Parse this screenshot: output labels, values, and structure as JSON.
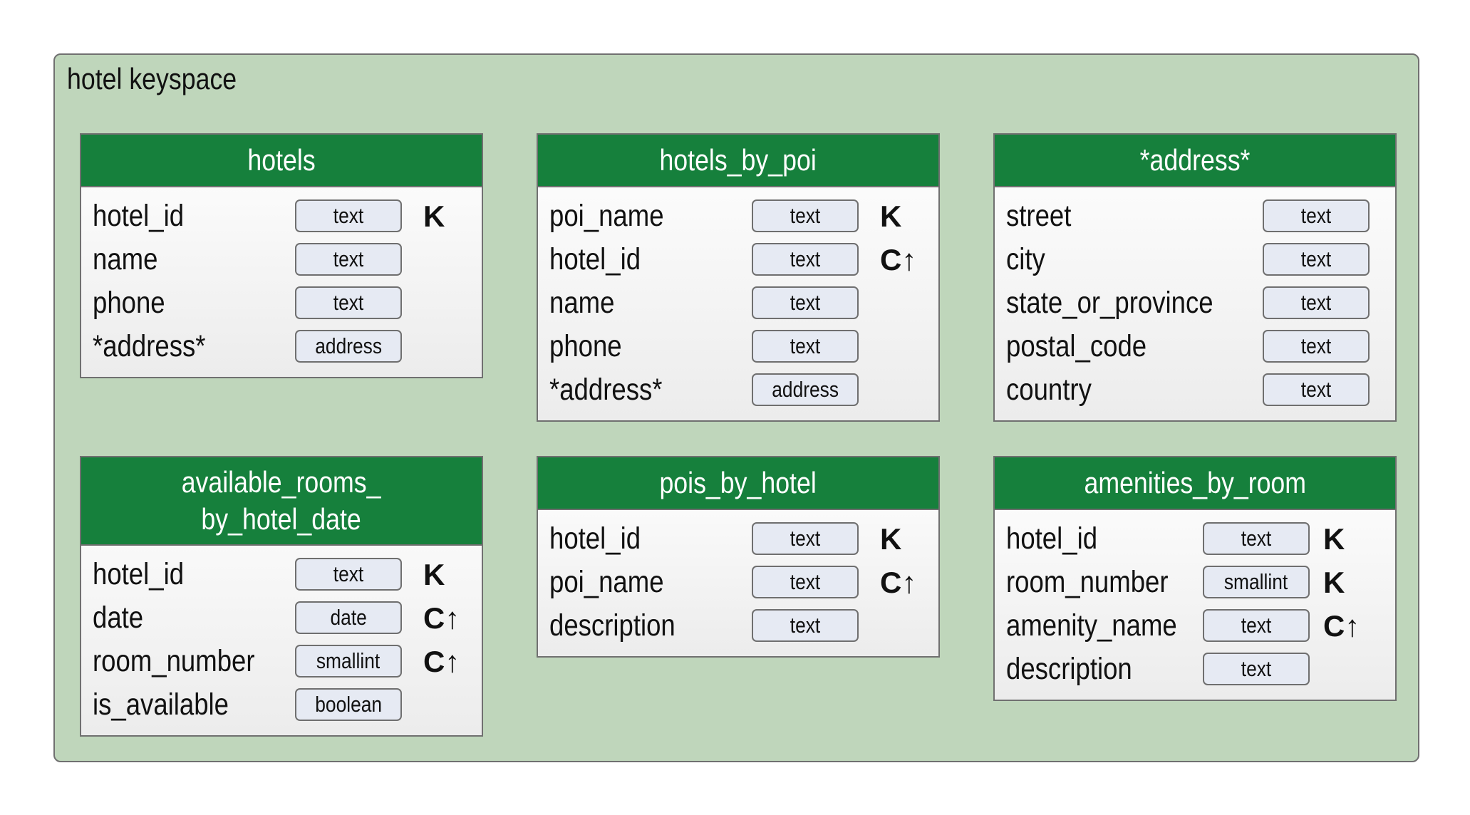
{
  "keyspace": {
    "title": "hotel keyspace"
  },
  "tables": [
    {
      "name": "hotels",
      "columns": [
        {
          "name": "hotel_id",
          "type": "text",
          "key": "K"
        },
        {
          "name": "name",
          "type": "text",
          "key": ""
        },
        {
          "name": "phone",
          "type": "text",
          "key": ""
        },
        {
          "name": "*address*",
          "type": "address",
          "key": ""
        }
      ]
    },
    {
      "name": "hotels_by_poi",
      "columns": [
        {
          "name": "poi_name",
          "type": "text",
          "key": "K"
        },
        {
          "name": "hotel_id",
          "type": "text",
          "key": "C↑"
        },
        {
          "name": "name",
          "type": "text",
          "key": ""
        },
        {
          "name": "phone",
          "type": "text",
          "key": ""
        },
        {
          "name": "*address*",
          "type": "address",
          "key": ""
        }
      ]
    },
    {
      "name": "*address*",
      "columns": [
        {
          "name": "street",
          "type": "text",
          "key": ""
        },
        {
          "name": "city",
          "type": "text",
          "key": ""
        },
        {
          "name": "state_or_province",
          "type": "text",
          "key": ""
        },
        {
          "name": "postal_code",
          "type": "text",
          "key": ""
        },
        {
          "name": "country",
          "type": "text",
          "key": ""
        }
      ]
    },
    {
      "name": "available_rooms_\nby_hotel_date",
      "columns": [
        {
          "name": "hotel_id",
          "type": "text",
          "key": "K"
        },
        {
          "name": "date",
          "type": "date",
          "key": "C↑"
        },
        {
          "name": "room_number",
          "type": "smallint",
          "key": "C↑"
        },
        {
          "name": "is_available",
          "type": "boolean",
          "key": ""
        }
      ]
    },
    {
      "name": "pois_by_hotel",
      "columns": [
        {
          "name": "hotel_id",
          "type": "text",
          "key": "K"
        },
        {
          "name": "poi_name",
          "type": "text",
          "key": "C↑"
        },
        {
          "name": "description",
          "type": "text",
          "key": ""
        }
      ]
    },
    {
      "name": "amenities_by_room",
      "columns": [
        {
          "name": "hotel_id",
          "type": "text",
          "key": "K"
        },
        {
          "name": "room_number",
          "type": "smallint",
          "key": "K"
        },
        {
          "name": "amenity_name",
          "type": "text",
          "key": "C↑"
        },
        {
          "name": "description",
          "type": "text",
          "key": ""
        }
      ]
    }
  ]
}
